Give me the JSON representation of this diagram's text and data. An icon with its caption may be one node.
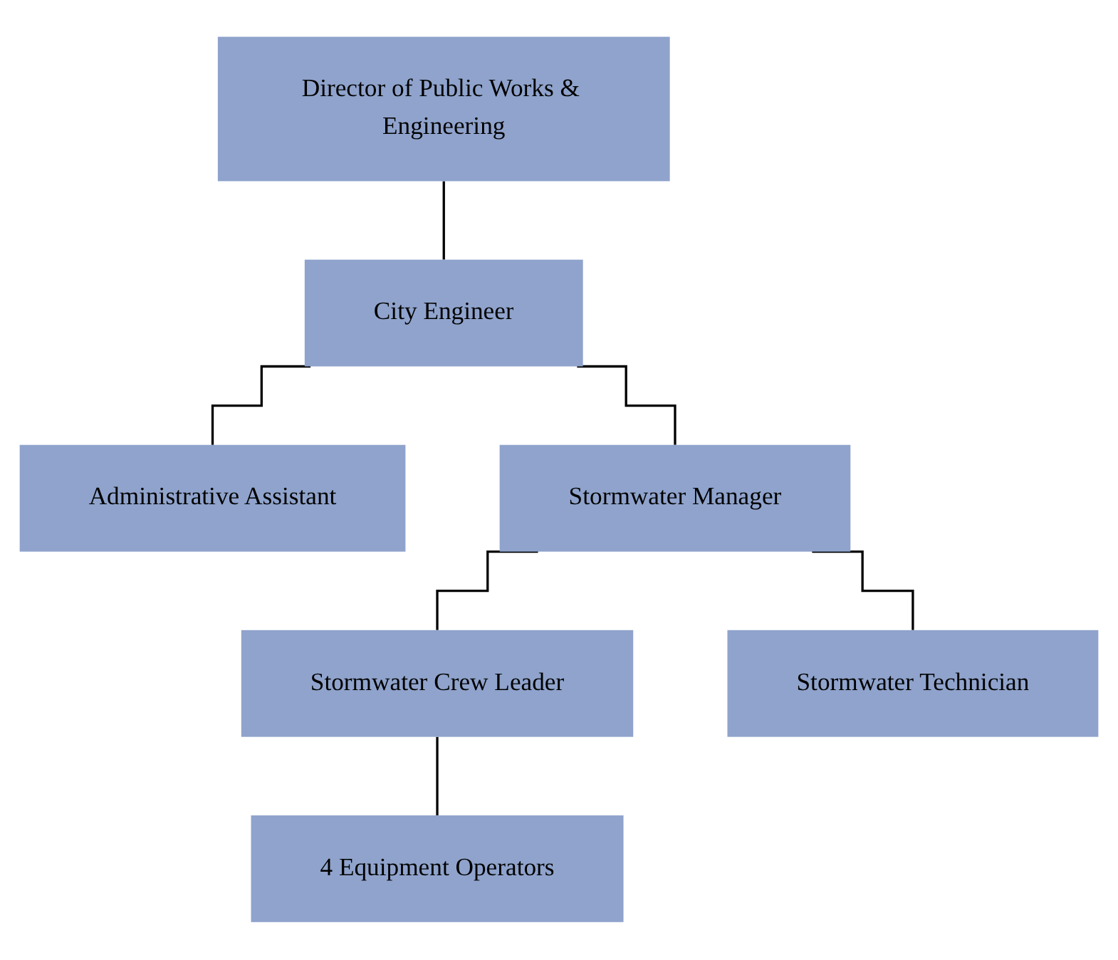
{
  "diagram": {
    "nodes": [
      {
        "text": [
          "Director of Public Works & Engineering"
        ]
      },
      {
        "text": [
          "City Engineer"
        ]
      },
      {
        "text": [
          "Administrative Assistant"
        ]
      },
      {
        "text": [
          "Stormwater Manager"
        ]
      },
      {
        "text": [
          "Stormwater Crew Leader"
        ]
      },
      {
        "text": [
          "Stormwater Technician"
        ]
      },
      {
        "text": [
          "4 Equipment Operators"
        ]
      }
    ],
    "edges": [
      {
        "from": 0,
        "to": 1,
        "arrow": "none"
      },
      {
        "from": 1,
        "to": 2,
        "arrow": "none"
      },
      {
        "from": 1,
        "to": 3,
        "arrow": "none"
      },
      {
        "from": 3,
        "to": 4,
        "arrow": "none"
      },
      {
        "from": 3,
        "to": 5,
        "arrow": "none"
      },
      {
        "from": 4,
        "to": 6,
        "arrow": "none"
      }
    ]
  }
}
